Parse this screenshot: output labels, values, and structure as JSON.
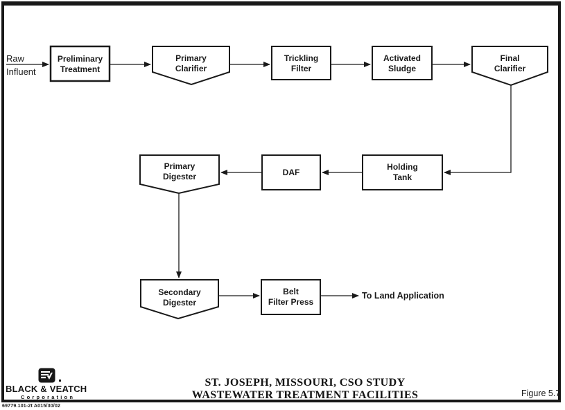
{
  "colors": {
    "ink": "#1a1a1a",
    "frame": "#181818",
    "background": "#ffffff"
  },
  "diagram": {
    "source": {
      "line1": "Raw",
      "line2": "Influent"
    },
    "nodes": {
      "preliminary_treatment": "Preliminary\nTreatment",
      "primary_clarifier": "Primary\nClarifier",
      "trickling_filter": "Trickling\nFilter",
      "activated_sludge": "Activated\nSludge",
      "final_clarifier": "Final\nClarifier",
      "primary_digester": "Primary\nDigester",
      "daf": "DAF",
      "holding_tank": "Holding\nTank",
      "secondary_digester": "Secondary\nDigester",
      "belt_filter_press": "Belt\nFilter Press"
    },
    "output_label": "To Land Application"
  },
  "footer": {
    "logo": {
      "company": "BLACK & VEATCH",
      "subtitle": "Corporation"
    },
    "title_line1": "ST. JOSEPH, MISSOURI, CSO STUDY",
    "title_line2": "WASTEWATER TREATMENT FACILITIES",
    "figure_label": "Figure 5.7",
    "drawing_number": "69779.101-2t A015/30/02"
  }
}
